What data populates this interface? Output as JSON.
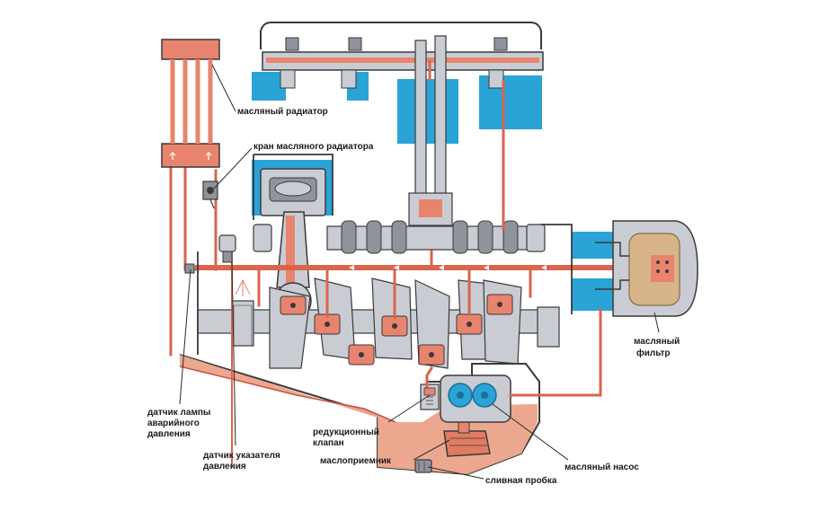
{
  "labels": {
    "oil_radiator": "масляный радиатор",
    "radiator_valve": "кран масляного радиатора",
    "oil_filter_1": "масляный",
    "oil_filter_2": "фильтр",
    "warning_sensor_1": "датчик лампы",
    "warning_sensor_2": "аварийного",
    "warning_sensor_3": "давления",
    "gauge_sensor_1": "датчик указателя",
    "gauge_sensor_2": "давления",
    "relief_valve_1": "редукционный",
    "relief_valve_2": "клапан",
    "oil_pickup": "маслоприемник",
    "oil_pump": "масляный насос",
    "drain_plug": "сливная пробка"
  },
  "colors": {
    "oil": "#e8846e",
    "oil_line": "#d9654d",
    "coolant": "#2aa3d6",
    "metal": "#c9ccd3",
    "metal_dark": "#8f939b",
    "outline": "#3a3a3a",
    "filter_body": "#d8b48a"
  }
}
